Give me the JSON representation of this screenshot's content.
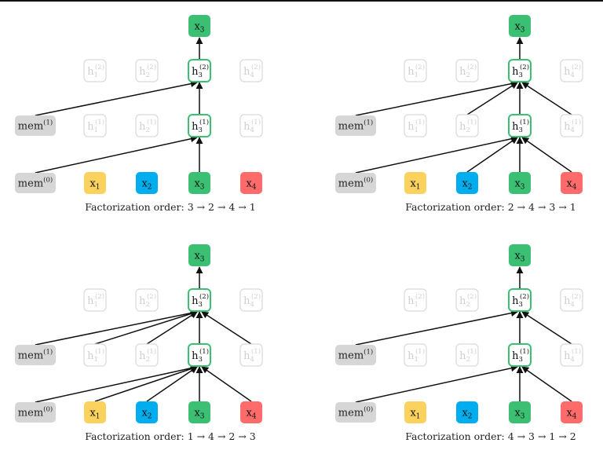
{
  "colors": {
    "x1": "#fcd25e",
    "x2": "#00aef0",
    "x3": "#3bbf72",
    "x4": "#ff6b6b",
    "mem": "#d6d6d6",
    "active_border": "#3bbf72",
    "faded": "#d9d9d9",
    "edge": "#111111"
  },
  "labels": {
    "mem0": "mem",
    "mem0_sup": "(0)",
    "mem1": "mem",
    "mem1_sup": "(1)",
    "x_base": "x",
    "h_base": "h",
    "sup1": "(1)",
    "sup2": "(2)"
  },
  "panels": [
    {
      "caption": "Factorization order: 3 → 2 → 4 → 1",
      "layer1_inputs": [
        "mem0",
        "x3"
      ],
      "layer2_inputs": [
        "mem1",
        "h3_1"
      ]
    },
    {
      "caption": "Factorization order: 2 → 4 → 3 → 1",
      "layer1_inputs": [
        "mem0",
        "x2",
        "x3",
        "x4"
      ],
      "layer2_inputs": [
        "mem1",
        "h2_1",
        "h3_1",
        "h4_1"
      ]
    },
    {
      "caption": "Factorization order: 1 → 4 → 2 → 3",
      "layer1_inputs": [
        "mem0",
        "x1",
        "x2",
        "x3",
        "x4"
      ],
      "layer2_inputs": [
        "mem1",
        "h1_1",
        "h2_1",
        "h3_1",
        "h4_1"
      ]
    },
    {
      "caption": "Factorization order: 4 → 3 → 1 → 2",
      "layer1_inputs": [
        "mem0",
        "x3",
        "x4"
      ],
      "layer2_inputs": [
        "mem1",
        "h3_1",
        "h4_1"
      ]
    }
  ]
}
